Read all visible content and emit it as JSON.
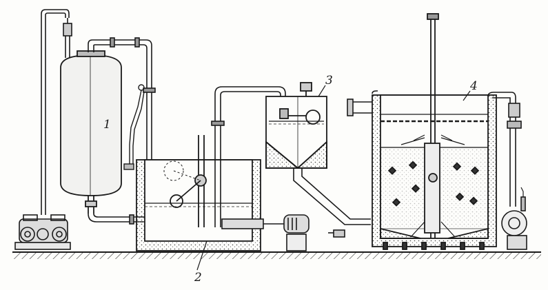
{
  "labels": {
    "one": "1",
    "two": "2",
    "three": "3",
    "four": "4"
  },
  "colors": {
    "ink": "#1a1a1a",
    "paper": "#fdfdfb",
    "hatch": "#555555"
  }
}
